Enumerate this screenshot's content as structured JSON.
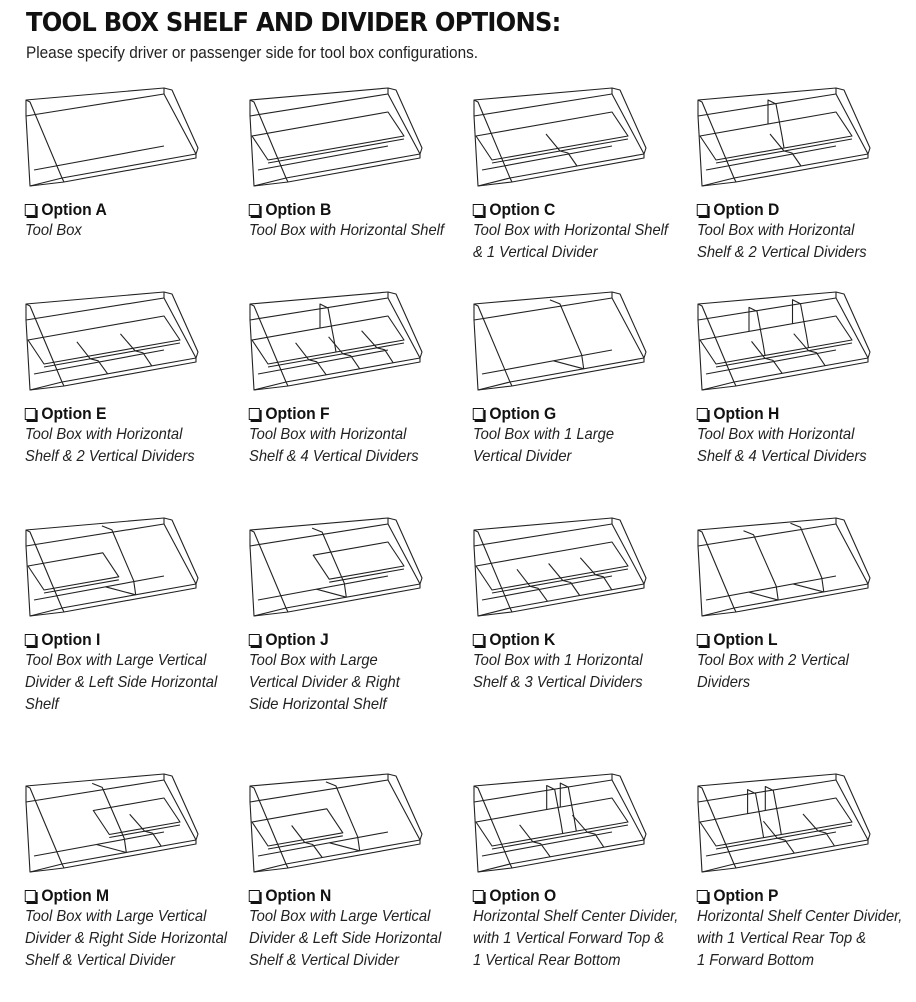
{
  "header": {
    "title": "TOOL BOX SHELF AND DIVIDER OPTIONS:",
    "subtitle": "Please specify driver or passenger side for tool box configurations."
  },
  "options": [
    {
      "label": "Option A",
      "desc": [
        "Tool Box"
      ],
      "icon": "toolbox-empty-icon"
    },
    {
      "label": "Option B",
      "desc": [
        "Tool Box with Horizontal Shelf"
      ],
      "icon": "toolbox-horizontal-shelf-icon"
    },
    {
      "label": "Option C",
      "desc": [
        "Tool Box with Horizontal Shelf",
        "& 1 Vertical Divider"
      ],
      "icon": "toolbox-shelf-1-divider-icon"
    },
    {
      "label": "Option D",
      "desc": [
        "Tool Box with Horizontal",
        "Shelf & 2 Vertical Dividers"
      ],
      "icon": "toolbox-shelf-2-dividers-icon"
    },
    {
      "label": "Option E",
      "desc": [
        "Tool Box with Horizontal",
        "Shelf & 2 Vertical Dividers"
      ],
      "icon": "toolbox-shelf-2-lower-dividers-icon"
    },
    {
      "label": "Option F",
      "desc": [
        "Tool Box with Horizontal",
        "Shelf & 4 Vertical Dividers"
      ],
      "icon": "toolbox-shelf-4-dividers-icon"
    },
    {
      "label": "Option G",
      "desc": [
        "Tool Box with 1 Large",
        "Vertical Divider"
      ],
      "icon": "toolbox-large-divider-icon"
    },
    {
      "label": "Option H",
      "desc": [
        "Tool Box with Horizontal",
        "Shelf & 4 Vertical Dividers"
      ],
      "icon": "toolbox-shelf-4-dividers-alt-icon"
    },
    {
      "label": "Option I",
      "desc": [
        "Tool Box with Large Vertical",
        "Divider & Left Side Horizontal",
        "Shelf"
      ],
      "icon": "toolbox-large-divider-left-shelf-icon"
    },
    {
      "label": "Option J",
      "desc": [
        "Tool Box with Large",
        "Vertical Divider & Right",
        "Side Horizontal Shelf"
      ],
      "icon": "toolbox-large-divider-right-shelf-icon"
    },
    {
      "label": "Option K",
      "desc": [
        "Tool Box with 1 Horizontal",
        "Shelf & 3 Vertical Dividers"
      ],
      "icon": "toolbox-shelf-3-dividers-icon"
    },
    {
      "label": "Option L",
      "desc": [
        "Tool Box with 2 Vertical",
        "Dividers"
      ],
      "icon": "toolbox-2-large-dividers-icon"
    },
    {
      "label": "Option M",
      "desc": [
        "Tool Box with Large Vertical",
        "Divider & Right Side Horizontal",
        "Shelf & Vertical Divider"
      ],
      "icon": "toolbox-large-divider-right-shelf-divider-icon"
    },
    {
      "label": "Option N",
      "desc": [
        "Tool Box with Large Vertical",
        "Divider & Left Side Horizontal",
        "Shelf & Vertical Divider"
      ],
      "icon": "toolbox-large-divider-left-shelf-divider-icon"
    },
    {
      "label": "Option O",
      "desc": [
        "Horizontal Shelf Center Divider,",
        "with 1 Vertical Forward Top &",
        "1 Vertical Rear Bottom"
      ],
      "icon": "toolbox-center-forward-top-icon"
    },
    {
      "label": "Option P",
      "desc": [
        "Horizontal Shelf Center Divider,",
        "with 1 Vertical Rear Top &",
        "1 Forward Bottom"
      ],
      "icon": "toolbox-center-rear-top-icon"
    }
  ]
}
